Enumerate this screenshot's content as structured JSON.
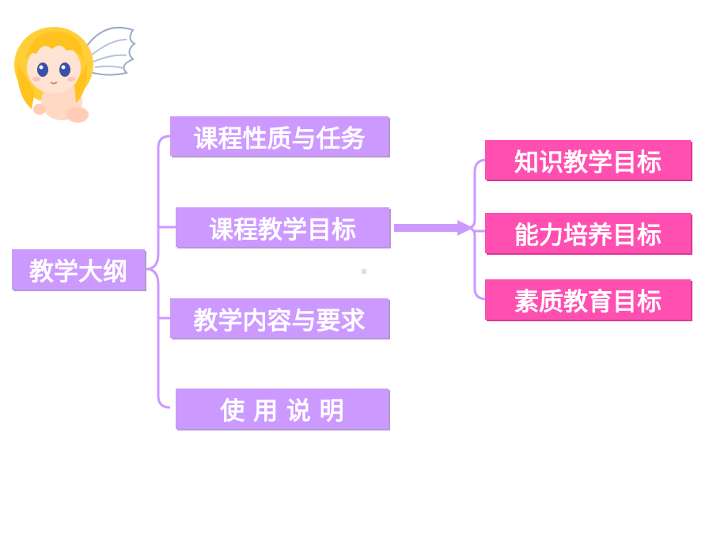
{
  "root": {
    "label": "教学大纲"
  },
  "branches": [
    {
      "label": "课程性质与任务"
    },
    {
      "label": "课程教学目标"
    },
    {
      "label": "教学内容与要求"
    },
    {
      "label": "使 用 说 明"
    }
  ],
  "sub_branches": [
    {
      "label": "知识教学目标"
    },
    {
      "label": "能力培养目标"
    },
    {
      "label": "素质教育目标"
    }
  ],
  "colors": {
    "lavender": "#cc99ff",
    "pink": "#ff4fb0",
    "connector": "#cc99ff"
  },
  "decorations": {
    "mascot": "angel-cupid-icon"
  }
}
